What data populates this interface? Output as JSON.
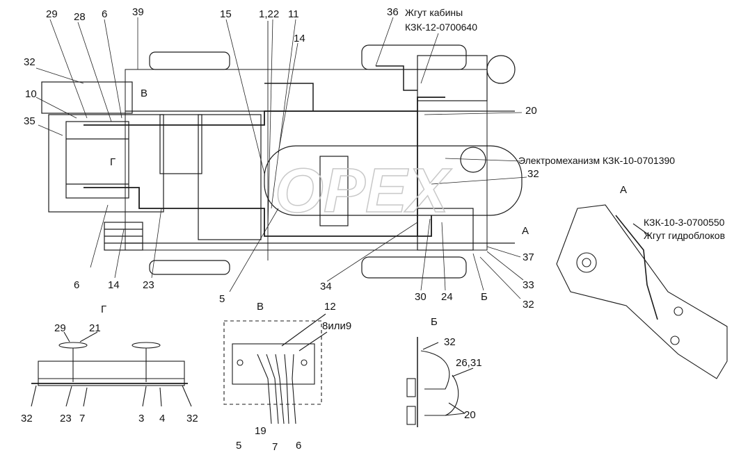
{
  "callouts": {
    "c29": "29",
    "c28": "28",
    "c6a": "6",
    "c39": "39",
    "c15": "15",
    "c122": "1,22",
    "c11": "11",
    "c14a": "14",
    "c36": "36",
    "c32a": "32",
    "c10": "10",
    "c35": "35",
    "c20a": "20",
    "c32b": "32",
    "c6b": "6",
    "c14b": "14",
    "c23a": "23",
    "c5a": "5",
    "c34": "34",
    "c30": "30",
    "c24": "24",
    "c37": "37",
    "c33": "33",
    "c32c": "32",
    "c12": "12",
    "c8or9": "8или9",
    "c32d": "32",
    "c2631": "26,31",
    "c20b": "20",
    "c19": "19",
    "c5b": "5",
    "c7b": "7",
    "c6c": "6",
    "c29b": "29",
    "c21": "21",
    "c32e": "32",
    "c23b": "23",
    "c7a": "7",
    "c3": "3",
    "c4": "4",
    "c32f": "32"
  },
  "views": {
    "g_main": "Г",
    "v_main": "В",
    "a_main": "А",
    "b_main": "Б",
    "g_title": "Г",
    "v_title": "В",
    "a_title": "А",
    "b_title": "Б"
  },
  "captions": {
    "cab_line1": "Жгут кабины",
    "cab_line2": "КЗК-12-0700640",
    "electromech": "Электромеханизм КЗК-10-0701390",
    "hydro_line1": "КЗК-10-3-0700550",
    "hydro_line2": "Жгут гидроблоков"
  },
  "watermark": "OPEX",
  "colors": {
    "line": "#1a1a1a",
    "frame": "#555555",
    "paper": "#ffffff"
  }
}
